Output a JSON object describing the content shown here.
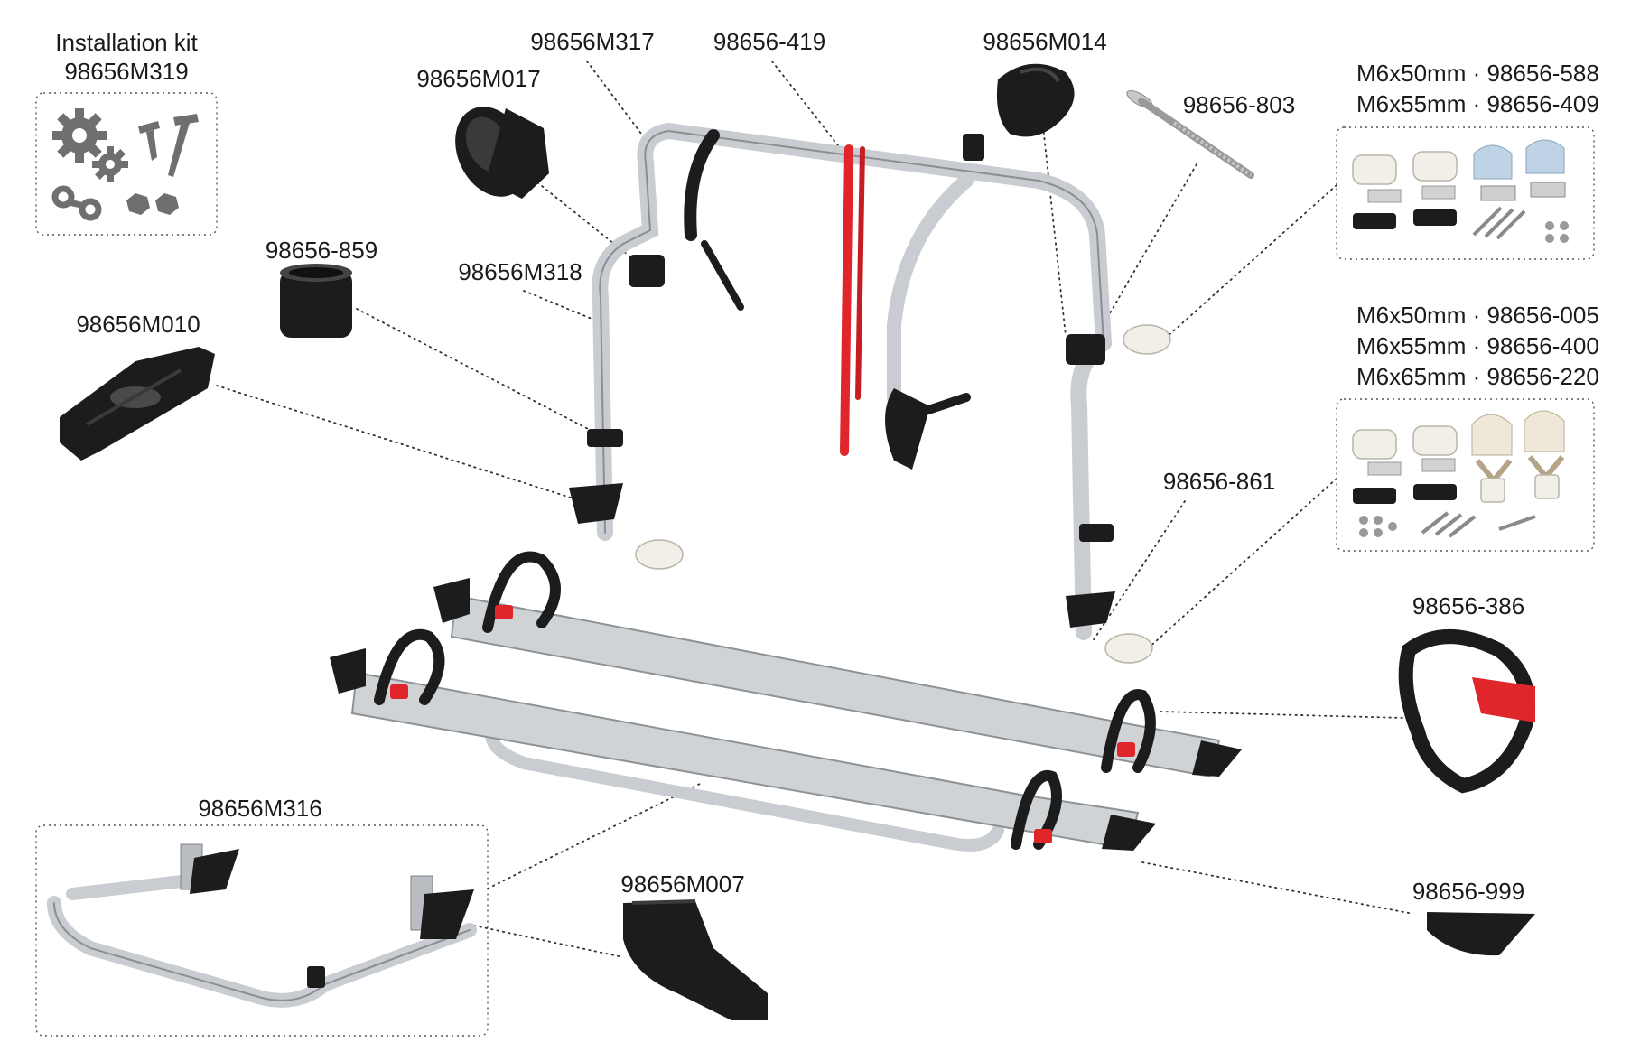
{
  "labels": {
    "kit_title": "Installation kit",
    "kit_code": "98656M319",
    "m317": "98656M317",
    "p419": "98656-419",
    "m014": "98656M014",
    "m017": "98656M017",
    "p803": "98656-803",
    "set1_line1": "M6x50mm · 98656-588",
    "set1_line2": "M6x55mm · 98656-409",
    "p859": "98656-859",
    "m318": "98656M318",
    "m010": "98656M010",
    "set2_line1": "M6x50mm · 98656-005",
    "set2_line2": "M6x55mm · 98656-400",
    "set2_line3": "M6x65mm · 98656-220",
    "p861": "98656-861",
    "p386": "98656-386",
    "m316": "98656M316",
    "m007": "98656M007",
    "p999": "98656-999"
  },
  "colors": {
    "aluminium": "#c9cdd1",
    "black_parts": "#1c1c1c",
    "strap_red": "#e0262b",
    "mount_white": "#f1efe8"
  }
}
